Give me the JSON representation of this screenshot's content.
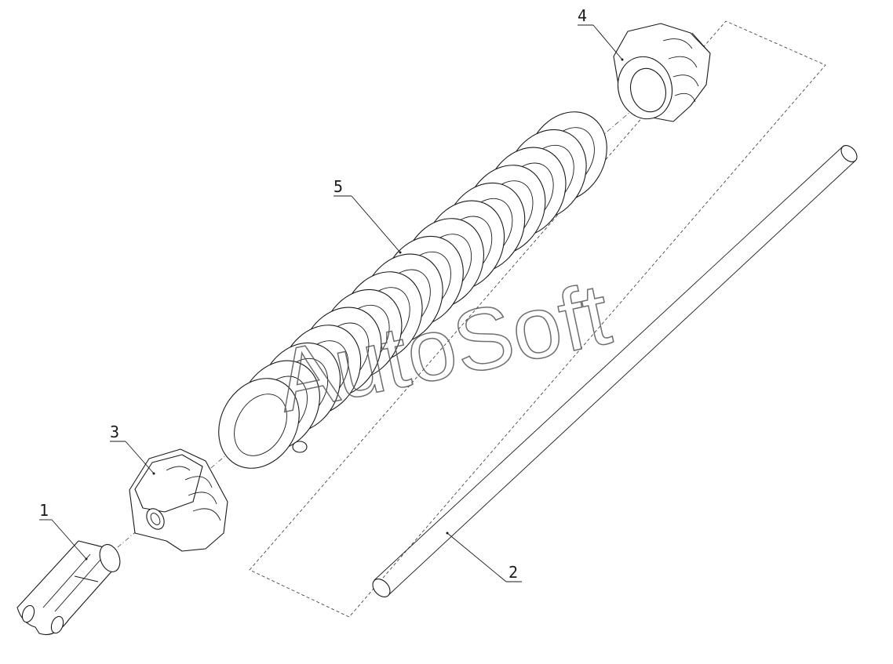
{
  "callouts": [
    {
      "id": "1",
      "label": "1"
    },
    {
      "id": "2",
      "label": "2"
    },
    {
      "id": "3",
      "label": "3"
    },
    {
      "id": "4",
      "label": "4"
    },
    {
      "id": "5",
      "label": "5"
    }
  ],
  "watermark": "AutoSoft"
}
